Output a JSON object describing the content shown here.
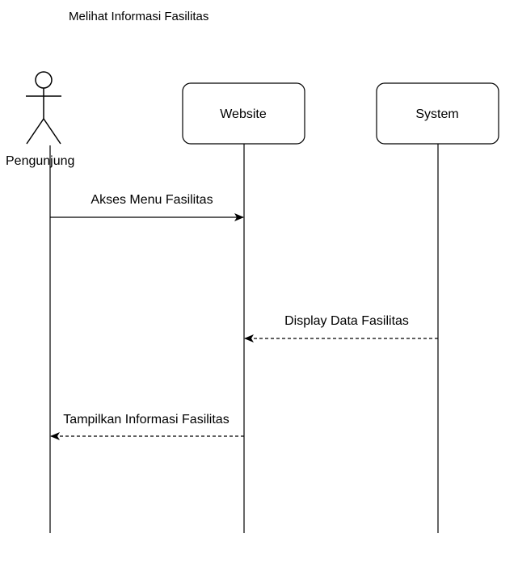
{
  "title": "Melihat Informasi Fasilitas",
  "actor": {
    "label": "Pengunjung"
  },
  "participants": [
    {
      "label": "Website"
    },
    {
      "label": "System"
    }
  ],
  "messages": [
    {
      "label": "Akses Menu Fasilitas",
      "from": "Pengunjung",
      "to": "Website",
      "style": "solid"
    },
    {
      "label": "Display Data Fasilitas",
      "from": "System",
      "to": "Website",
      "style": "dashed"
    },
    {
      "label": "Tampilkan Informasi Fasilitas",
      "from": "Website",
      "to": "Pengunjung",
      "style": "dashed"
    }
  ]
}
